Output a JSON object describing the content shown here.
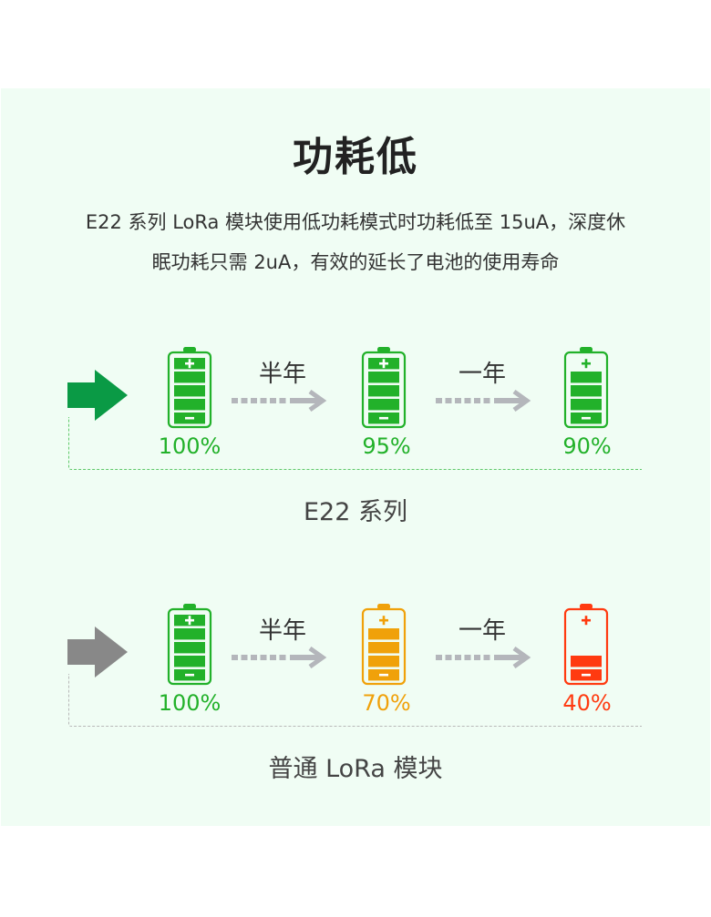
{
  "title": "功耗低",
  "description": {
    "line1": "E22 系列 LoRa 模块使用低功耗模式时功耗低至 15uA，深度休",
    "line2": "眠功耗只需 2uA，有效的延长了电池的使用寿命"
  },
  "colors": {
    "background_panel": "#f0fdf4",
    "green": "#22b12a",
    "dark_green_arrow": "#0a9a45",
    "gray_arrow": "#888888",
    "orange": "#f0a10a",
    "red": "#ff3a10",
    "dotted_arrow": "#b4b6bb"
  },
  "comparisons": [
    {
      "label": "E22 系列",
      "arrow_icon": "right-arrow-icon",
      "arrow_color": "#0a9a45",
      "bracket_color": "#5fc96a",
      "periods": [
        "半年",
        "一年"
      ],
      "batteries": [
        {
          "percent_label": "100%",
          "level": 1.0,
          "bars": 5,
          "color": "#22b12a",
          "icon": "battery-icon"
        },
        {
          "percent_label": "95%",
          "level": 0.95,
          "bars": 5,
          "color": "#22b12a",
          "icon": "battery-icon"
        },
        {
          "percent_label": "90%",
          "level": 0.9,
          "bars": 4,
          "color": "#22b12a",
          "icon": "battery-icon"
        }
      ]
    },
    {
      "label": "普通 LoRa 模块",
      "arrow_icon": "right-arrow-icon",
      "arrow_color": "#888888",
      "bracket_color": "#b8b8b8",
      "periods": [
        "半年",
        "一年"
      ],
      "batteries": [
        {
          "percent_label": "100%",
          "level": 1.0,
          "bars": 5,
          "color": "#22b12a",
          "icon": "battery-icon"
        },
        {
          "percent_label": "70%",
          "level": 0.7,
          "bars": 4,
          "color": "#f0a10a",
          "icon": "battery-icon"
        },
        {
          "percent_label": "40%",
          "level": 0.4,
          "bars": 2,
          "color": "#ff3a10",
          "icon": "battery-icon"
        }
      ]
    }
  ]
}
